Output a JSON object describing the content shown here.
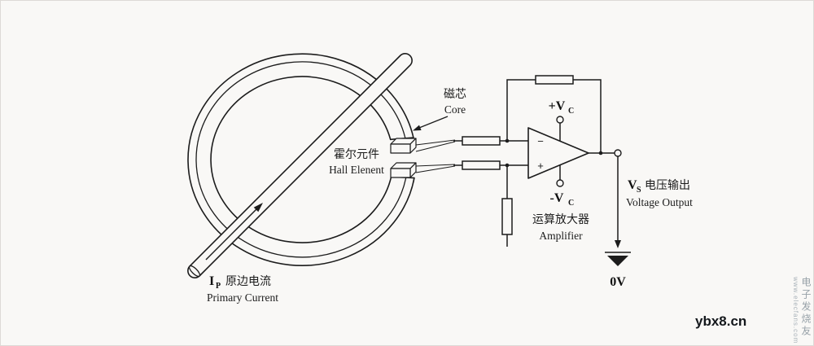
{
  "page": {
    "background": "#f9f8f6",
    "ink": "#1c1c1c",
    "watermark_gray": "#97a1a8"
  },
  "diagram": {
    "core": {
      "label_zh": "磁芯",
      "label_en": "Core"
    },
    "hall_element": {
      "label_zh": "霍尔元件",
      "label_en": "Hall Elenent"
    },
    "primary_current": {
      "symbol": "I",
      "symbol_sub": "P",
      "label_zh": "原边电流",
      "label_en": "Primary Current"
    },
    "opamp": {
      "minus_sign": "−",
      "plus_sign": "+",
      "label_zh": "运算放大器",
      "label_en": "Amplifier"
    },
    "supply_positive": {
      "main": "+V",
      "sub": "C"
    },
    "supply_negative": {
      "main": "-V",
      "sub": "C"
    },
    "output": {
      "symbol": "V",
      "symbol_sub": "S",
      "label_zh": "电压输出",
      "label_en": "Voltage Output"
    },
    "ground_label": "0V"
  },
  "watermark": {
    "site": "ybx8.cn",
    "side_zh": "电子发烧友",
    "side_en": "www.elecfans.com"
  }
}
